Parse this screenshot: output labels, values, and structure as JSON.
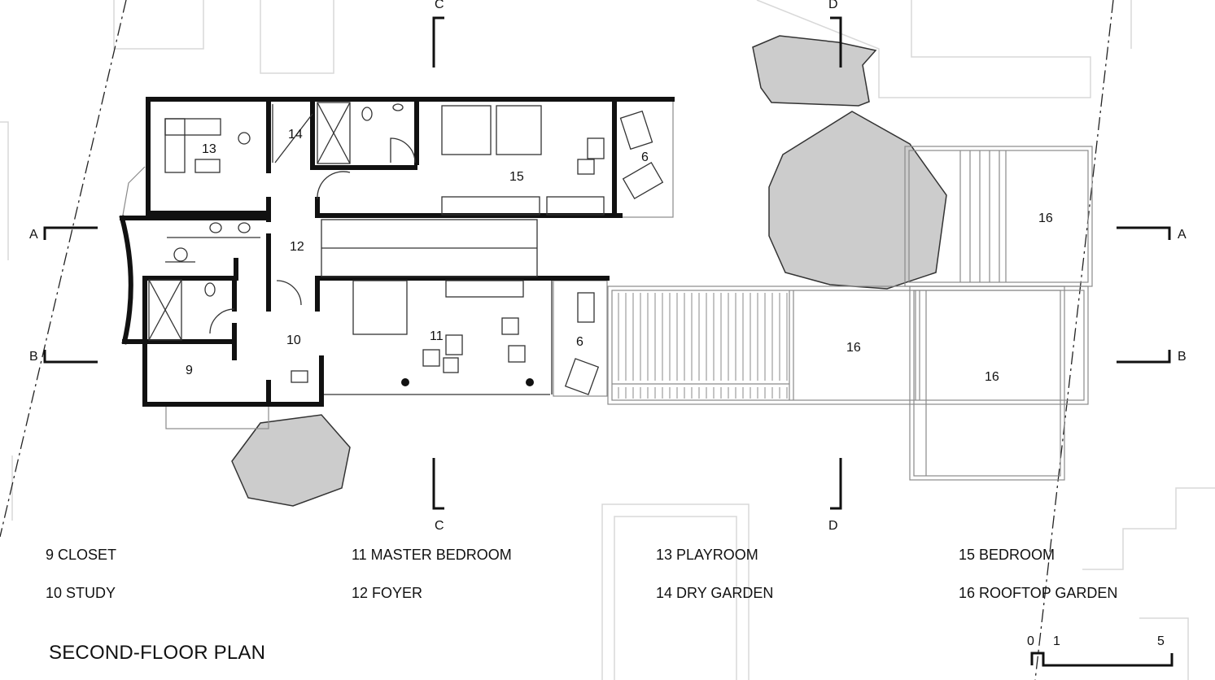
{
  "title": "SECOND-FLOOR PLAN",
  "colors": {
    "wall": "#111111",
    "thin": "#9a9a9a",
    "tree": "#cccccc",
    "context": "#d8d8d8"
  },
  "room_labels": [
    "13",
    "14",
    "15",
    "6",
    "12",
    "10",
    "11",
    "6",
    "9",
    "16",
    "16",
    "16"
  ],
  "sections": {
    "c_top": "C",
    "d_top": "D",
    "a_left": "A",
    "a_right": "A",
    "b_left": "B",
    "b_right": "B",
    "c_bottom": "C",
    "d_bottom": "D"
  },
  "legend": [
    "9 CLOSET",
    "11 MASTER BEDROOM",
    "13 PLAYROOM",
    "15 BEDROOM",
    "10 STUDY",
    "12 FOYER",
    "14 DRY GARDEN",
    "16 ROOFTOP GARDEN"
  ],
  "scale": {
    "labels": [
      "0",
      "1",
      "5"
    ]
  }
}
